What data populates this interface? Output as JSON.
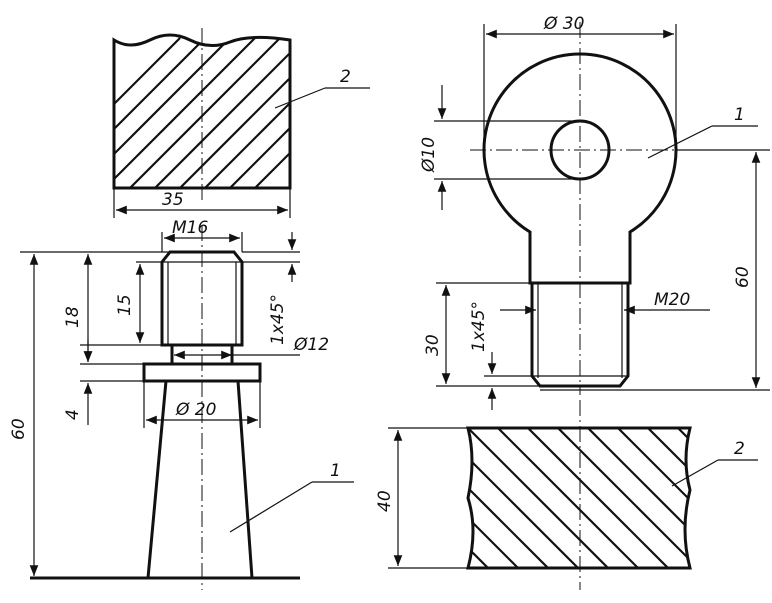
{
  "labels": {
    "left_top_part": "2",
    "left_width": "35",
    "thread_left": "M16",
    "height_18": "18",
    "height_15": "15",
    "chamfer_left": "1x45°",
    "dia_12": "Ø12",
    "height_4": "4",
    "dia_20": "Ø 20",
    "height_60_left": "60",
    "left_bottom_part": "1",
    "dia_30": "Ø 30",
    "dia_10": "Ø10",
    "right_top_part": "1",
    "height_60_right": "60",
    "thread_right": "M20",
    "chamfer_right": "1x45°",
    "height_30": "30",
    "height_40": "40",
    "right_bottom_part": "2"
  },
  "colors": {
    "ink": "#111111",
    "paper": "#ffffff"
  }
}
